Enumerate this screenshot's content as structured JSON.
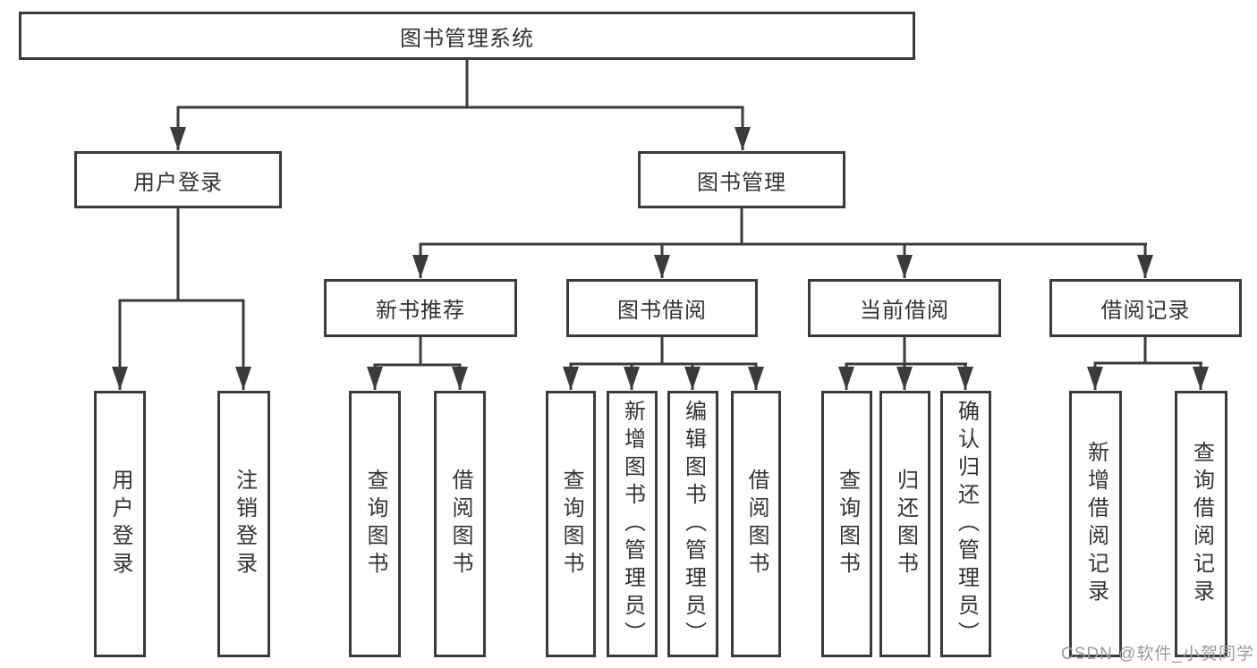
{
  "tree": {
    "root": {
      "label": "图书管理系统"
    },
    "branches": [
      {
        "label": "用户登录",
        "children": [
          {
            "label": "用户登录"
          },
          {
            "label": "注销登录"
          }
        ]
      },
      {
        "label": "图书管理",
        "children": [
          {
            "label": "新书推荐",
            "children": [
              {
                "label": "查询图书"
              },
              {
                "label": "借阅图书"
              }
            ]
          },
          {
            "label": "图书借阅",
            "children": [
              {
                "label": "查询图书"
              },
              {
                "label": "新增图书（管理员）"
              },
              {
                "label": "编辑图书（管理员）"
              },
              {
                "label": "借阅图书"
              }
            ]
          },
          {
            "label": "当前借阅",
            "children": [
              {
                "label": "查询图书"
              },
              {
                "label": "归还图书"
              },
              {
                "label": "确认归还（管理员）"
              }
            ]
          },
          {
            "label": "借阅记录",
            "children": [
              {
                "label": "新增借阅记录"
              },
              {
                "label": "查询借阅记录"
              }
            ]
          }
        ]
      }
    ]
  },
  "watermark": "CSDN @软件_小贺同学",
  "colors": {
    "line": "#3b3b3b",
    "text": "#333333",
    "background": "#ffffff",
    "watermark": "#9b9b9b"
  }
}
